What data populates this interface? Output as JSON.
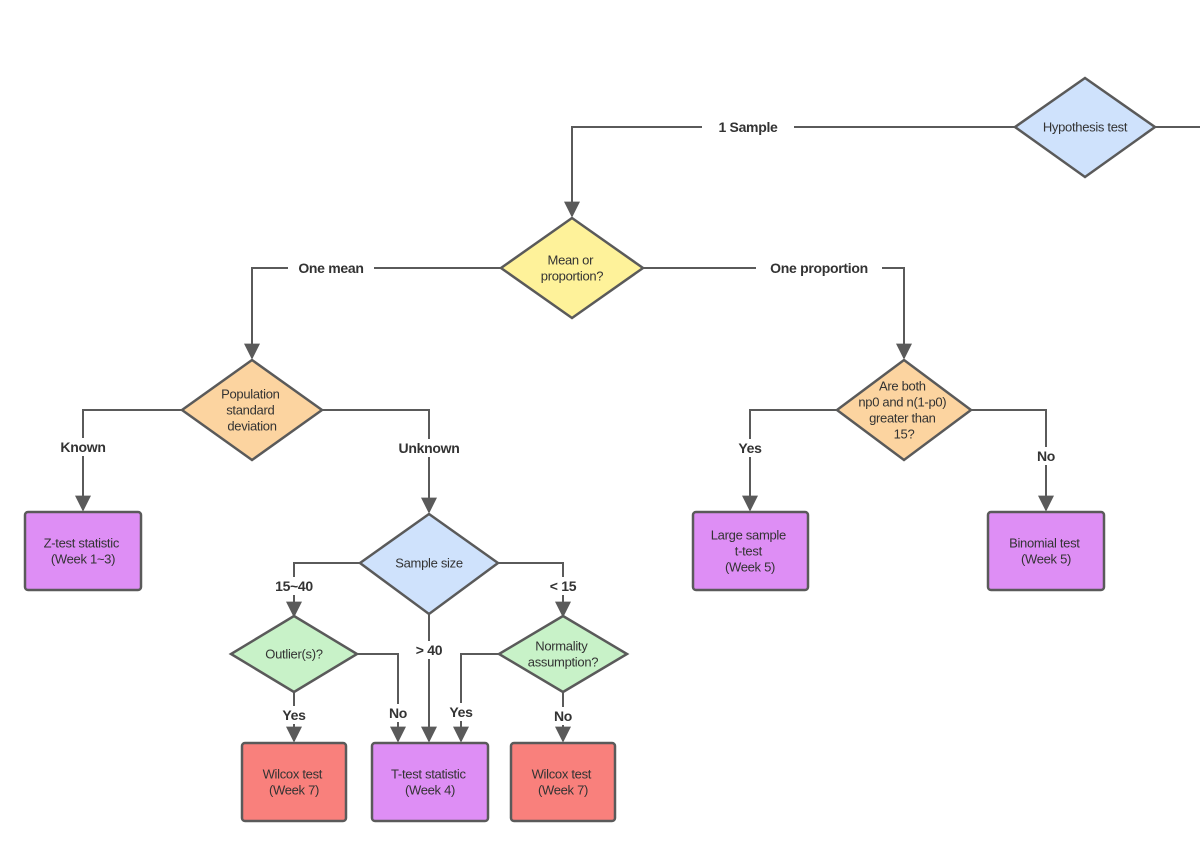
{
  "colors": {
    "blue": "#cfe2fc",
    "yellow": "#fef29a",
    "orange": "#fcd4a0",
    "green": "#c8f2c8",
    "purple": "#de8ef5",
    "red": "#f9807c",
    "line": "#5a5a5a"
  },
  "nodes": {
    "hypothesis": {
      "lines": [
        "Hypothesis test"
      ]
    },
    "mean_or_prop": {
      "lines": [
        "Mean or",
        "proportion?"
      ]
    },
    "pop_sd": {
      "lines": [
        "Population",
        "standard",
        "deviation"
      ]
    },
    "np_check": {
      "lines": [
        "Are both",
        "np0 and n(1-p0)",
        "greater than",
        "15?"
      ]
    },
    "sample_size": {
      "lines": [
        "Sample size"
      ]
    },
    "outliers": {
      "lines": [
        "Outlier(s)?"
      ]
    },
    "normality": {
      "lines": [
        "Normality",
        "assumption?"
      ]
    },
    "ztest": {
      "lines": [
        "Z-test statistic",
        "(Week 1~3)"
      ]
    },
    "large_sample": {
      "lines": [
        "Large sample",
        "t-test",
        "(Week 5)"
      ]
    },
    "binomial": {
      "lines": [
        "Binomial test",
        "(Week 5)"
      ]
    },
    "wilcox_left": {
      "lines": [
        "Wilcox test",
        "(Week 7)"
      ]
    },
    "ttest": {
      "lines": [
        "T-test statistic",
        "(Week 4)"
      ]
    },
    "wilcox_right": {
      "lines": [
        "Wilcox test",
        "(Week 7)"
      ]
    }
  },
  "edge_labels": {
    "one_sample": "1 Sample",
    "one_mean": "One mean",
    "one_proportion": "One proportion",
    "known": "Known",
    "unknown": "Unknown",
    "np_yes": "Yes",
    "np_no": "No",
    "range_15_40": "15~40",
    "lt_15": "< 15",
    "gt_40": "> 40",
    "outlier_yes": "Yes",
    "outlier_no": "No",
    "normal_yes": "Yes",
    "normal_no": "No"
  }
}
